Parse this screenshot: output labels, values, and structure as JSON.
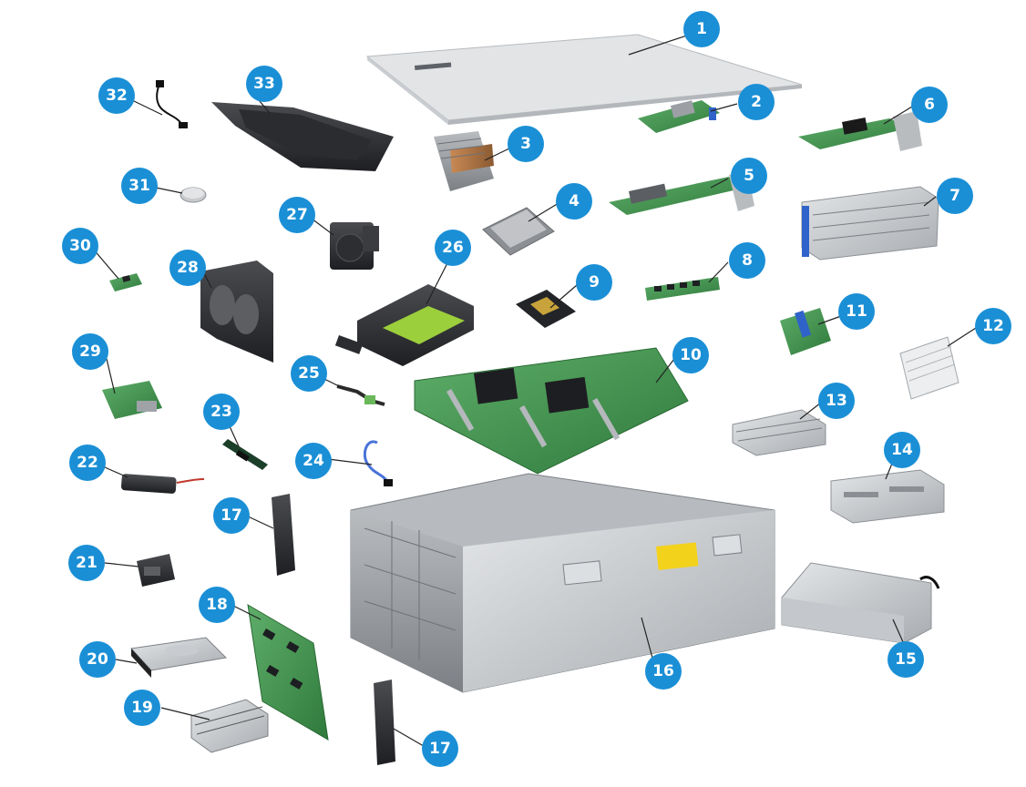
{
  "diagram": {
    "callout_color": "#1a8fd6",
    "callouts": [
      {
        "id": "1",
        "label": "1",
        "part": "top-cover"
      },
      {
        "id": "2",
        "label": "2",
        "part": "ocp-network-card"
      },
      {
        "id": "3",
        "label": "3",
        "part": "cpu-heatsink"
      },
      {
        "id": "4",
        "label": "4",
        "part": "processor"
      },
      {
        "id": "5",
        "label": "5",
        "part": "raid-card"
      },
      {
        "id": "6",
        "label": "6",
        "part": "pcie-network-card"
      },
      {
        "id": "7",
        "label": "7",
        "part": "pcie-riser"
      },
      {
        "id": "8",
        "label": "8",
        "part": "memory-module"
      },
      {
        "id": "9",
        "label": "9",
        "part": "cpu-carrier"
      },
      {
        "id": "10",
        "label": "10",
        "part": "motherboard"
      },
      {
        "id": "11",
        "label": "11",
        "part": "riser-board"
      },
      {
        "id": "12",
        "label": "12",
        "part": "riser-bracket"
      },
      {
        "id": "13",
        "label": "13",
        "part": "rear-drive-cage"
      },
      {
        "id": "14",
        "label": "14",
        "part": "rear-drive-module"
      },
      {
        "id": "15",
        "label": "15",
        "part": "power-supply"
      },
      {
        "id": "16",
        "label": "16",
        "part": "chassis"
      },
      {
        "id": "17",
        "label": "17",
        "part": "rack-ear-left"
      },
      {
        "id": "17b",
        "label": "17",
        "part": "rack-ear-right"
      },
      {
        "id": "18",
        "label": "18",
        "part": "drive-backplane"
      },
      {
        "id": "19",
        "label": "19",
        "part": "front-drive-module"
      },
      {
        "id": "20",
        "label": "20",
        "part": "hard-drive"
      },
      {
        "id": "21",
        "label": "21",
        "part": "supercap-holder"
      },
      {
        "id": "22",
        "label": "22",
        "part": "supercapacitor"
      },
      {
        "id": "23",
        "label": "23",
        "part": "m2-ssd"
      },
      {
        "id": "24",
        "label": "24",
        "part": "cable"
      },
      {
        "id": "25",
        "label": "25",
        "part": "adapter-cable"
      },
      {
        "id": "26",
        "label": "26",
        "part": "gpu"
      },
      {
        "id": "27",
        "label": "27",
        "part": "fan-module"
      },
      {
        "id": "28",
        "label": "28",
        "part": "fan-cage"
      },
      {
        "id": "29",
        "label": "29",
        "part": "io-board"
      },
      {
        "id": "30",
        "label": "30",
        "part": "tpm-module"
      },
      {
        "id": "31",
        "label": "31",
        "part": "cmos-battery"
      },
      {
        "id": "32",
        "label": "32",
        "part": "intrusion-switch"
      },
      {
        "id": "33",
        "label": "33",
        "part": "air-duct"
      }
    ],
    "warning_label_color": "#f2d21b"
  }
}
